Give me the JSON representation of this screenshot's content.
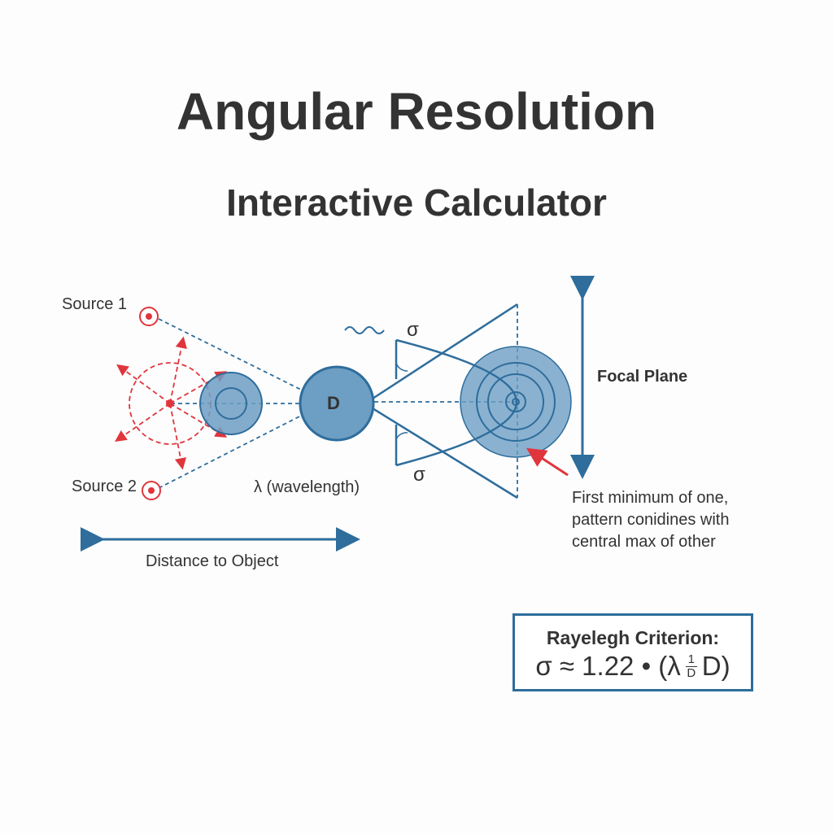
{
  "title": "Angular Resolution",
  "subtitle": "Interactive Calculator",
  "labels": {
    "source1": "Source 1",
    "source2": "Source 2",
    "aperture": "D",
    "wavelength": "λ (wavelength)",
    "sigma_top": "σ",
    "sigma_bottom": "σ",
    "focal_plane": "Focal Plane",
    "distance": "Distance to Object",
    "annotation_line1": "First minimum of one,",
    "annotation_line2": "pattern conidines with",
    "annotation_line3": "central max of other"
  },
  "formula": {
    "title": "Rayelegh Criterion:",
    "lhs": "σ ≈ 1.22 • (λ",
    "frac_num": "1",
    "frac_den": "D",
    "rhs": "D)"
  },
  "colors": {
    "blue": "#2e6d9c",
    "fill": "#6d9ec3",
    "red": "#e0353c",
    "text": "#333333"
  }
}
